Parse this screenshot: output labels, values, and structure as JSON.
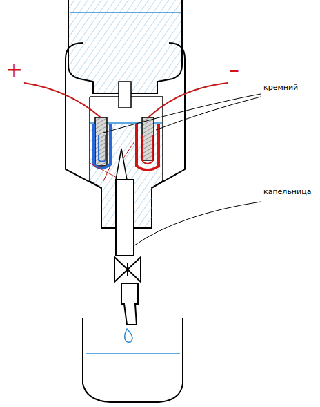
{
  "diagram": {
    "labels": [
      "+",
      "–",
      "кремний",
      "капельница"
    ]
  }
}
